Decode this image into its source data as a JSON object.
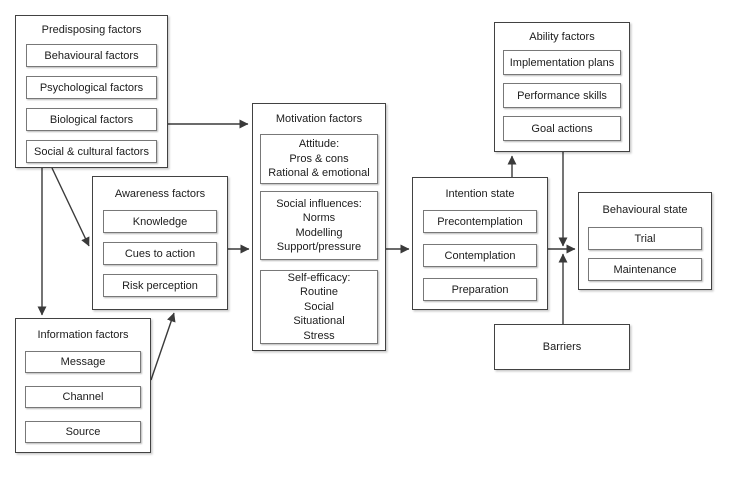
{
  "figure": {
    "background": "#ffffff",
    "box_fill": "#ffffff",
    "outer_border_color": "#424242",
    "inner_border_color": "#787878",
    "arrow_color": "#3a3a3a",
    "text_color": "#1c1c1c"
  },
  "boxes": {
    "predisposing": {
      "title": "Predisposing factors",
      "items": [
        "Behavioural factors",
        "Psychological factors",
        "Biological factors",
        "Social & cultural factors"
      ]
    },
    "awareness": {
      "title": "Awareness factors",
      "items": [
        "Knowledge",
        "Cues to action",
        "Risk perception"
      ]
    },
    "information": {
      "title": "Information factors",
      "items": [
        "Message",
        "Channel",
        "Source"
      ]
    },
    "motivation": {
      "title": "Motivation factors",
      "groups": [
        {
          "lines": [
            "Attitude:",
            "Pros & cons",
            "Rational & emotional"
          ]
        },
        {
          "lines": [
            "Social influences:",
            "Norms",
            "Modelling",
            "Support/pressure"
          ]
        },
        {
          "lines": [
            "Self-efficacy:",
            "Routine",
            "Social",
            "Situational",
            "Stress"
          ]
        }
      ]
    },
    "ability": {
      "title": "Ability factors",
      "items": [
        "Implementation plans",
        "Performance skills",
        "Goal actions"
      ]
    },
    "intention": {
      "title": "Intention state",
      "items": [
        "Precontemplation",
        "Contemplation",
        "Preparation"
      ]
    },
    "behavioural": {
      "title": "Behavioural state",
      "items": [
        "Trial",
        "Maintenance"
      ]
    },
    "barriers": {
      "title": "Barriers"
    }
  },
  "connections": [
    {
      "from": "predisposing",
      "to": "motivation"
    },
    {
      "from": "predisposing",
      "to": "awareness"
    },
    {
      "from": "predisposing",
      "to": "information"
    },
    {
      "from": "information",
      "to": "awareness"
    },
    {
      "from": "awareness",
      "to": "motivation"
    },
    {
      "from": "motivation",
      "to": "intention"
    },
    {
      "from": "intention",
      "to": "ability"
    },
    {
      "from": "intention",
      "to": "behavioural"
    },
    {
      "from": "ability",
      "to": "intention-behavioural-junction"
    },
    {
      "from": "barriers",
      "to": "intention-behavioural-junction"
    }
  ]
}
